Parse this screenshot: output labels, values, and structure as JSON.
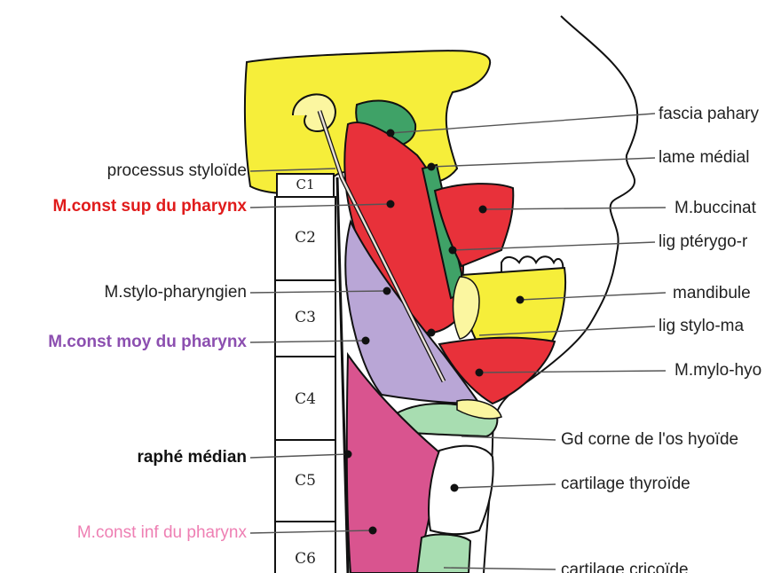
{
  "labels_left": [
    {
      "id": "processus-styloide",
      "text": "processus styloïde",
      "color": "#222222",
      "weight": "normal"
    },
    {
      "id": "m-const-sup",
      "text": "M.const sup du pharynx",
      "color": "#e01b1b",
      "weight": "bold"
    },
    {
      "id": "m-stylo-pharyngien",
      "text": "M.stylo-pharyngien",
      "color": "#222222",
      "weight": "normal"
    },
    {
      "id": "m-const-moy",
      "text": "M.const moy du pharynx",
      "color": "#8c4fb0",
      "weight": "bold"
    },
    {
      "id": "raphe-median",
      "text": "raphé médian",
      "color": "#111111",
      "weight": "bold"
    },
    {
      "id": "m-const-inf",
      "text": "M.const inf du pharynx",
      "color": "#ee7fb3",
      "weight": "normal"
    }
  ],
  "labels_right": [
    {
      "id": "fascia",
      "text": "fascia pahary"
    },
    {
      "id": "lame-mediale",
      "text": "lame médial"
    },
    {
      "id": "m-buccinateur",
      "text": "M.buccinat"
    },
    {
      "id": "lig-pterygo",
      "text": "lig ptérygo-r"
    },
    {
      "id": "mandibule",
      "text": "mandibule"
    },
    {
      "id": "lig-stylo",
      "text": "lig stylo-ma"
    },
    {
      "id": "m-mylo",
      "text": "M.mylo-hyo"
    },
    {
      "id": "gd-corne",
      "text": "Gd corne de l'os hyoïde"
    },
    {
      "id": "cartilage-thyroide",
      "text": "cartilage thyroïde"
    },
    {
      "id": "cartilage-cricoide",
      "text": "cartilage cricoïde"
    }
  ],
  "vertebrae": [
    "C1",
    "C2",
    "C3",
    "C4",
    "C5",
    "C6"
  ],
  "colors": {
    "bone": "#f6ee3a",
    "constrictor_sup": "#e8313a",
    "constrictor_moy": "#b9a6d6",
    "constrictor_inf": "#d9548f",
    "green": "#3fa267",
    "hyoid_green": "#a8ddb1",
    "cartilage": "#ffffff"
  }
}
